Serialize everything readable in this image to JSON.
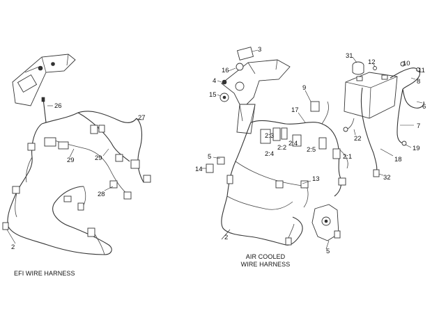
{
  "diagram": {
    "captions": {
      "efi": "EFI WIRE HARNESS",
      "air_cooled_line1": "AIR COOLED",
      "air_cooled_line2": "WIRE HARNESS"
    },
    "callouts": {
      "efi_26": "26",
      "efi_27": "27",
      "efi_29a": "29",
      "efi_29b": "29",
      "efi_28": "28",
      "efi_2": "2",
      "ac_3": "3",
      "ac_16": "16",
      "ac_4": "4",
      "ac_15": "15",
      "ac_9": "9",
      "ac_17": "17",
      "ac_2_3": "2:3",
      "ac_2_2": "2:2",
      "ac_2_4a": "2:4",
      "ac_2_4b": "2:4",
      "ac_2_5": "2:5",
      "ac_2_1": "2:1",
      "ac_5a": "5",
      "ac_14": "14",
      "ac_13": "13",
      "ac_2": "2",
      "ac_5b": "5",
      "bat_31": "31",
      "bat_12": "12",
      "bat_10": "10",
      "bat_11": "11",
      "bat_8": "8",
      "bat_6": "6",
      "bat_7": "7",
      "bat_22": "22",
      "bat_18": "18",
      "bat_19": "19",
      "bat_32": "32"
    }
  }
}
